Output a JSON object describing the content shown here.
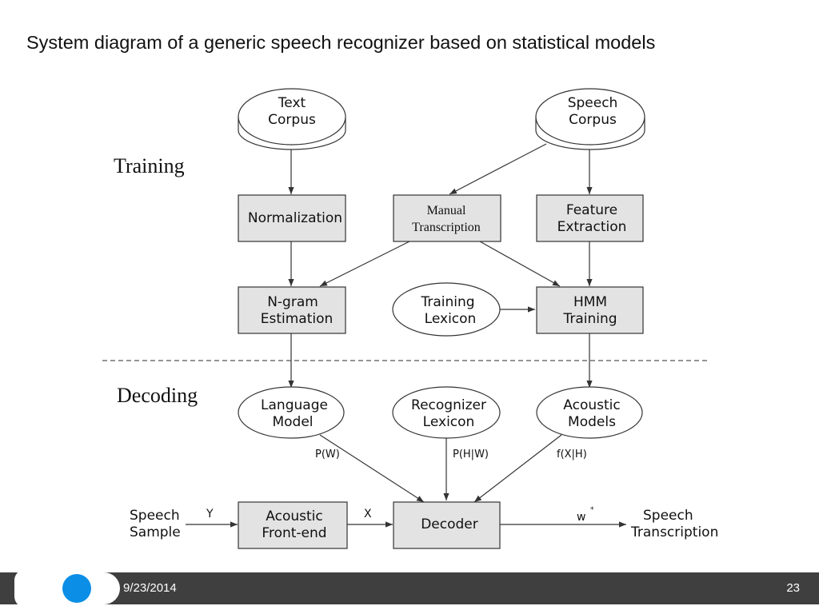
{
  "slide": {
    "title": "System diagram of a generic speech recognizer based on statistical models"
  },
  "diagram": {
    "sections": {
      "training": "Training",
      "decoding": "Decoding"
    },
    "nodes": {
      "text_corpus": [
        "Text",
        "Corpus"
      ],
      "speech_corpus": [
        "Speech",
        "Corpus"
      ],
      "normalization": [
        "Normalization"
      ],
      "manual_transcription": [
        "Manual",
        "Transcription"
      ],
      "feature_extraction": [
        "Feature",
        "Extraction"
      ],
      "ngram_estimation": [
        "N-gram",
        "Estimation"
      ],
      "training_lexicon": [
        "Training",
        "Lexicon"
      ],
      "hmm_training": [
        "HMM",
        "Training"
      ],
      "language_model": [
        "Language",
        "Model"
      ],
      "recognizer_lexicon": [
        "Recognizer",
        "Lexicon"
      ],
      "acoustic_models": [
        "Acoustic",
        "Models"
      ],
      "acoustic_frontend": [
        "Acoustic",
        "Front-end"
      ],
      "decoder": [
        "Decoder"
      ],
      "speech_sample": [
        "Speech",
        "Sample"
      ],
      "speech_transcription": [
        "Speech",
        "Transcription"
      ]
    },
    "edge_labels": {
      "p_w": "P(W)",
      "p_h_w": "P(H|W)",
      "f_x_h": "f(X|H)",
      "y": "Y",
      "x": "X",
      "w_star": "w",
      "star": "*"
    },
    "colors": {
      "box_fill": "#e3e3e3",
      "stroke": "#333333"
    }
  },
  "footer": {
    "date": "9/23/2014",
    "page": "23",
    "accent": "#0a8ee6"
  }
}
